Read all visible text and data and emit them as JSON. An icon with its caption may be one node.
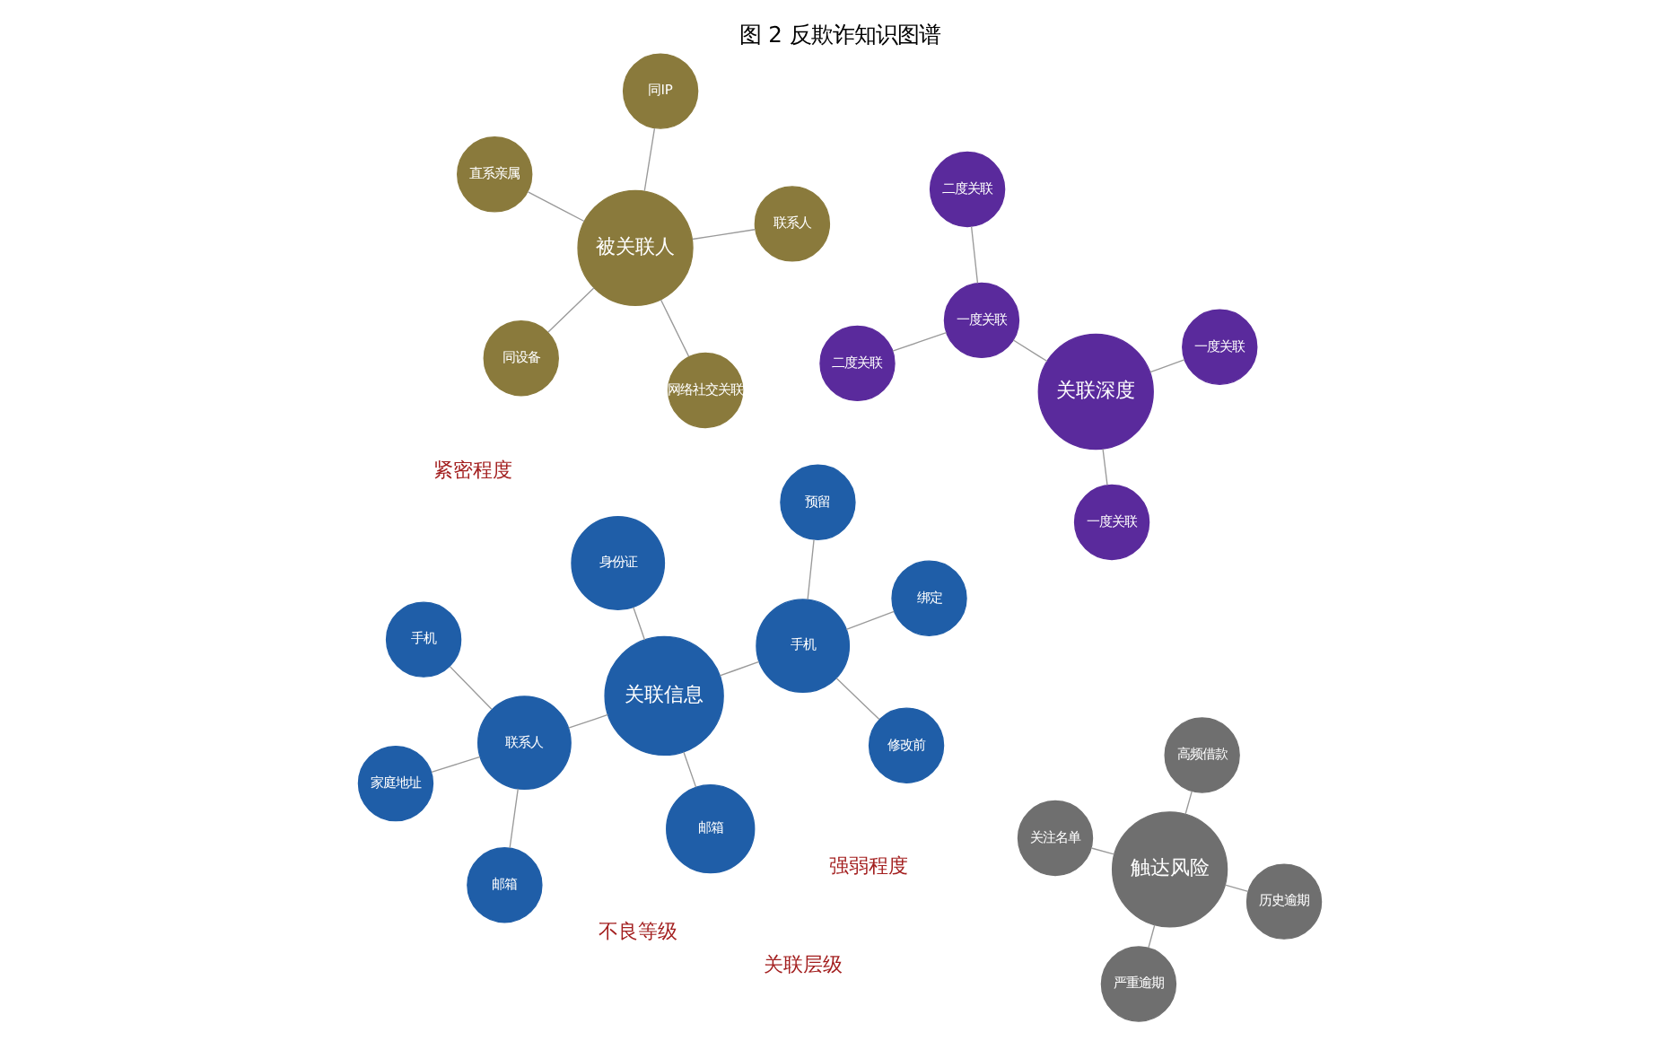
{
  "diagram": {
    "title": "图 2 反欺诈知识图谱",
    "nodes": [
      {
        "text": [
          "预留"
        ]
      },
      {
        "text": [
          "绑定"
        ]
      },
      {
        "text": [
          "修改前"
        ]
      },
      {
        "text": [
          "手机"
        ]
      },
      {
        "text": [
          "手机"
        ]
      },
      {
        "text": [
          "身份证"
        ]
      },
      {
        "text": [
          "邮箱"
        ]
      },
      {
        "text": [
          "联系人"
        ]
      },
      {
        "text": [
          "家庭地址"
        ]
      },
      {
        "text": [
          "邮箱"
        ]
      },
      {
        "text": [
          "关联信息"
        ]
      },
      {
        "text": [
          "关注名单"
        ]
      },
      {
        "text": [
          "历史逾期"
        ]
      },
      {
        "text": [
          "严重逾期"
        ]
      },
      {
        "text": [
          "触达风险"
        ]
      },
      {
        "text": [
          "高频借款"
        ]
      },
      {
        "text": [
          "同设备"
        ]
      },
      {
        "text": [
          "被关联人"
        ]
      },
      {
        "text": [
          "网络社交关联"
        ]
      },
      {
        "text": [
          "同IP"
        ]
      },
      {
        "text": [
          "联系人"
        ]
      },
      {
        "text": [
          "直系亲属"
        ]
      },
      {
        "text": [
          "关联深度"
        ]
      },
      {
        "text": [
          "一度关联"
        ]
      },
      {
        "text": [
          "二度关联"
        ]
      },
      {
        "text": [
          "一度关联"
        ]
      },
      {
        "text": [
          "二度关联"
        ]
      },
      {
        "text": [
          "一度关联"
        ]
      }
    ],
    "edges": [
      {
        "from": 0,
        "to": 4,
        "arrow": "none"
      },
      {
        "from": 1,
        "to": 4,
        "arrow": "none"
      },
      {
        "from": 2,
        "to": 4,
        "arrow": "none"
      },
      {
        "from": 3,
        "to": 7,
        "arrow": "none"
      },
      {
        "from": 6,
        "to": 7,
        "arrow": "none"
      },
      {
        "from": 8,
        "to": 7,
        "arrow": "none"
      },
      {
        "from": 7,
        "to": 10,
        "arrow": "none"
      },
      {
        "from": 4,
        "to": 10,
        "arrow": "none"
      },
      {
        "from": 9,
        "to": 10,
        "arrow": "none"
      },
      {
        "from": 5,
        "to": 10,
        "arrow": "none"
      },
      {
        "from": 14,
        "to": 11,
        "arrow": "none"
      },
      {
        "from": 14,
        "to": 12,
        "arrow": "none"
      },
      {
        "from": 14,
        "to": 13,
        "arrow": "none"
      },
      {
        "from": 14,
        "to": 15,
        "arrow": "none"
      },
      {
        "from": 17,
        "to": 16,
        "arrow": "none"
      },
      {
        "from": 17,
        "to": 18,
        "arrow": "none"
      },
      {
        "from": 17,
        "to": 19,
        "arrow": "none"
      },
      {
        "from": 17,
        "to": 20,
        "arrow": "none"
      },
      {
        "from": 17,
        "to": 21,
        "arrow": "none"
      },
      {
        "from": 22,
        "to": 23,
        "arrow": "none"
      },
      {
        "from": 22,
        "to": 25,
        "arrow": "none"
      },
      {
        "from": 22,
        "to": 27,
        "arrow": "none"
      },
      {
        "from": 25,
        "to": 24,
        "arrow": "none"
      },
      {
        "from": 25,
        "to": 26,
        "arrow": "none"
      }
    ],
    "labels": [
      "强弱程度",
      "紧密程度",
      "不良等级",
      "关联层级"
    ]
  }
}
